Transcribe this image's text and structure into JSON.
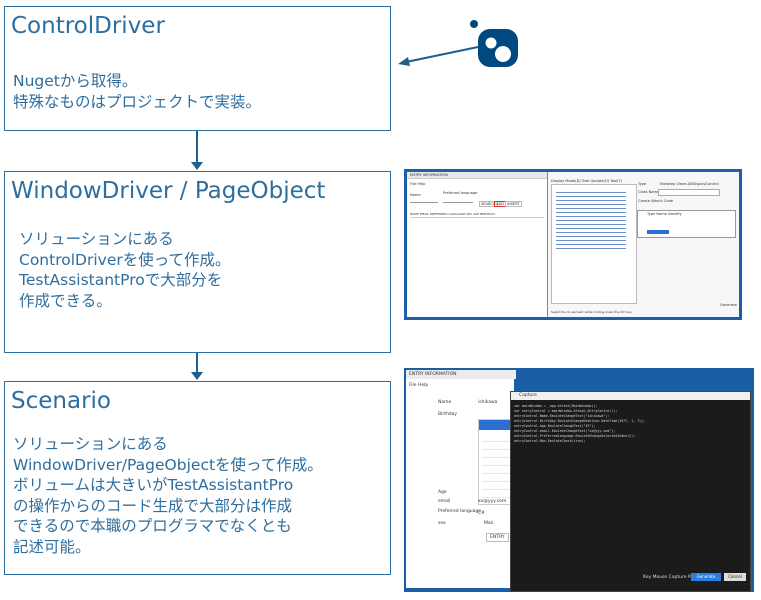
{
  "boxes": [
    {
      "title": "ControlDriver",
      "text": "Nugetから取得。\n特殊なものはプロジェクトで実装。"
    },
    {
      "title": "WindowDriver / PageObject",
      "text": "ソリューションにある\nControlDriverを使って作成。\nTestAssistantProで大部分を\n作成できる。"
    },
    {
      "title": "Scenario",
      "text": "ソリューションにある\nWindowDriver/PageObjectを使って作成。\nボリュームは大きいがTestAssistantPro\nの操作からのコード生成で大部分は作成\nできるので本職のプログラマでなくとも\n記述可能。"
    }
  ],
  "icons": {
    "nuget": "nuget-logo-icon"
  },
  "colors": {
    "border": "#2e6e9e",
    "text": "#2e6e9e",
    "arrow": "#1f5f8e",
    "nuget": "#004880",
    "screen_blue": "#1a5ea6"
  },
  "screenshot1": {
    "window_title": "ENTRY INFORMATION",
    "menu": "File  Help",
    "name_label": "Name",
    "lang_label": "Preferred language",
    "buttons": [
      "SEARCH",
      "ADD",
      "INSERT"
    ],
    "columns": "NAME    EMAIL    PREFERRED LANGUAGE   SEX   AGE   BIRTHDAY",
    "tabs": "Display Mode(D)   Tree Update(U)   Tool(T)",
    "type_label": "Type",
    "type_value": "Ewestep Views.AllDisplayControl",
    "class_label": "Class Name",
    "create_attach": "Create Attach Code",
    "generate": "Generate",
    "status": "Select the UI element while holding down the Ctrl key",
    "grid_header": "Type     Name     Identify"
  },
  "screenshot2": {
    "window_title": "ENTRY INFORMATION",
    "menu": "File  Help",
    "labels": [
      "Name",
      "Birthday",
      "Age",
      "email",
      "Preferred language",
      "sex"
    ],
    "name_value": "ishikawa",
    "email_value": "xx@yyy.com",
    "lang_value": "C#",
    "sex_value": "Man",
    "entry_button": "ENTRY",
    "capture_title": "Capture",
    "code": "var mainWindow = _app.Attach_MainWindow();\nvar entryControl = mainWindow.Attach_EntryControl();\nentryControl.Name.EmulateChangeText(\"ishikawa\");\nentryControl.Birthday.EmulateChangeDate(new DateTime(1977, 1, 7));\nentryControl.Age.EmulateChangeText(\"43\");\nentryControl.email.EmulateChangeText(\"xx@yyy.com\");\nentryControl.PreferredLanguage.EmulateChangeSelectedIndex(2);\nentryControl.Man.EmulateCheck(true);",
    "checkbox_label": "Key Mouse Capture Mode",
    "generate": "Generate",
    "cancel": "Cancel"
  }
}
